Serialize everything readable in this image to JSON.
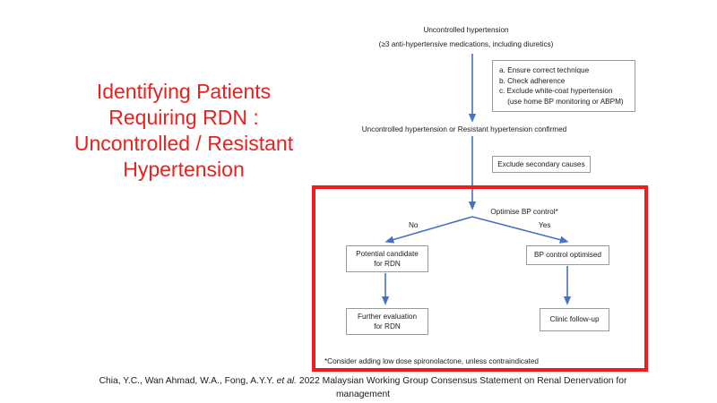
{
  "slide": {
    "background_color": "#ffffff",
    "title": {
      "color": "#E8221E",
      "lines": [
        "Identifying Patients",
        "Requiring RDN :",
        "Uncontrolled / Resistant",
        "Hypertension"
      ]
    },
    "caption": {
      "authors": "Chia, Y.C., Wan Ahmad, W.A., Fong, A.Y.Y.",
      "et_al": "et al.",
      "rest": "2022 Malaysian Working Group Consensus Statement on Renal Denervation for",
      "line2": "management"
    }
  },
  "flowchart": {
    "accent_color": "#4472C4",
    "box_border_color": "#9a9a9a",
    "highlight_color": "#EE1C1C",
    "nodes": {
      "start_title": "Uncontrolled hypertension",
      "start_subtitle": "(≥3 anti-hypertensive medications, including diuretics)",
      "checklist": [
        "a. Ensure correct technique",
        "b. Check adherence",
        "c. Exclude white-coat hypertension",
        "    (use home BP monitoring or ABPM)"
      ],
      "confirmed": "Uncontrolled hypertension or Resistant hypertension confirmed",
      "exclude_secondary": "Exclude secondary causes",
      "optimise": "Optimise BP control*",
      "branch_no": "No",
      "branch_yes": "Yes",
      "potential_candidate": [
        "Potential candidate",
        "for RDN"
      ],
      "bp_optimised": [
        "BP control optimised"
      ],
      "further_evaluation": [
        "Further evaluation",
        "for RDN"
      ],
      "clinic_followup": [
        "Clinic follow-up"
      ],
      "footnote": "*Consider adding low dose spironolactone, unless contraindicated"
    }
  }
}
